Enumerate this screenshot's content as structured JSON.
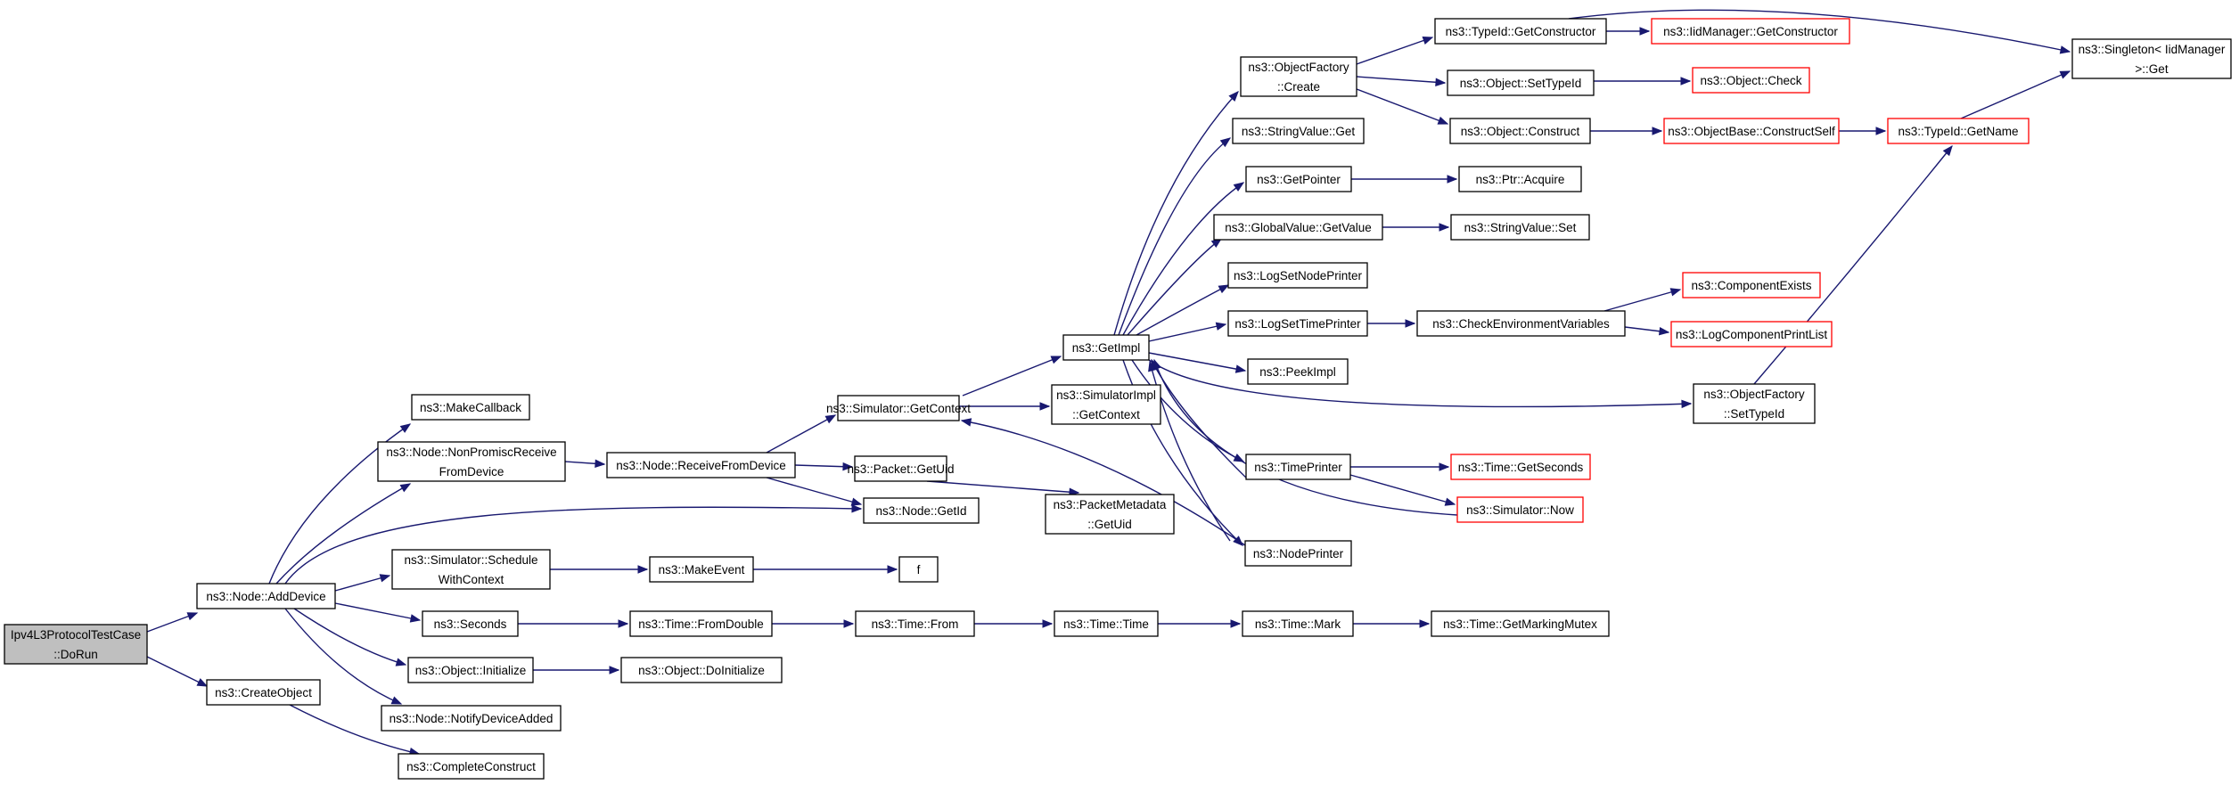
{
  "colors": {
    "edge": "#191970",
    "missing_border": "#ff0000",
    "root_fill": "#bfbfbf"
  },
  "nodes": {
    "root": {
      "lines": [
        "Ipv4L3ProtocolTestCase",
        "::DoRun"
      ]
    },
    "addDevice": {
      "lines": [
        "ns3::Node::AddDevice"
      ]
    },
    "createObject": {
      "lines": [
        "ns3::CreateObject"
      ]
    },
    "makeCallback": {
      "lines": [
        "ns3::MakeCallback"
      ]
    },
    "nonPromisc": {
      "lines": [
        "ns3::Node::NonPromiscReceive",
        "FromDevice"
      ]
    },
    "getId": {
      "lines": [
        "ns3::Node::GetId"
      ]
    },
    "scheduleCtx": {
      "lines": [
        "ns3::Simulator::Schedule",
        "WithContext"
      ]
    },
    "seconds": {
      "lines": [
        "ns3::Seconds"
      ]
    },
    "objInitialize": {
      "lines": [
        "ns3::Object::Initialize"
      ]
    },
    "notifyAdded": {
      "lines": [
        "ns3::Node::NotifyDeviceAdded"
      ]
    },
    "completeConstruct": {
      "lines": [
        "ns3::CompleteConstruct"
      ]
    },
    "receiveFromDevice": {
      "lines": [
        "ns3::Node::ReceiveFromDevice"
      ]
    },
    "makeEvent": {
      "lines": [
        "ns3::MakeEvent"
      ]
    },
    "timeFromDouble": {
      "lines": [
        "ns3::Time::FromDouble"
      ]
    },
    "doInitialize": {
      "lines": [
        "ns3::Object::DoInitialize"
      ]
    },
    "simGetContext": {
      "lines": [
        "ns3::Simulator::GetContext"
      ]
    },
    "packetGetUid": {
      "lines": [
        "ns3::Packet::GetUid"
      ]
    },
    "f": {
      "lines": [
        "f"
      ]
    },
    "timeFrom": {
      "lines": [
        "ns3::Time::From"
      ]
    },
    "getImpl": {
      "lines": [
        "ns3::GetImpl"
      ]
    },
    "simImplGetContext": {
      "lines": [
        "ns3::SimulatorImpl",
        "::GetContext"
      ]
    },
    "pmGetUid": {
      "lines": [
        "ns3::PacketMetadata",
        "::GetUid"
      ]
    },
    "timeTime": {
      "lines": [
        "ns3::Time::Time"
      ]
    },
    "ofCreate": {
      "lines": [
        "ns3::ObjectFactory",
        "::Create"
      ]
    },
    "stringValueGet": {
      "lines": [
        "ns3::StringValue::Get"
      ]
    },
    "getPointer": {
      "lines": [
        "ns3::GetPointer"
      ]
    },
    "gvGetValue": {
      "lines": [
        "ns3::GlobalValue::GetValue"
      ]
    },
    "logSetNodePrinter": {
      "lines": [
        "ns3::LogSetNodePrinter"
      ]
    },
    "logSetTimePrinter": {
      "lines": [
        "ns3::LogSetTimePrinter"
      ]
    },
    "peekImpl": {
      "lines": [
        "ns3::PeekImpl"
      ]
    },
    "timePrinter": {
      "lines": [
        "ns3::TimePrinter"
      ]
    },
    "nodePrinter": {
      "lines": [
        "ns3::NodePrinter"
      ]
    },
    "timeMark": {
      "lines": [
        "ns3::Time::Mark"
      ]
    },
    "typeIdGetCtor": {
      "lines": [
        "ns3::TypeId::GetConstructor"
      ]
    },
    "objSetTypeId": {
      "lines": [
        "ns3::Object::SetTypeId"
      ]
    },
    "objConstruct": {
      "lines": [
        "ns3::Object::Construct"
      ]
    },
    "ptrAcquire": {
      "lines": [
        "ns3::Ptr::Acquire"
      ]
    },
    "stringValueSet": {
      "lines": [
        "ns3::StringValue::Set"
      ]
    },
    "checkEnv": {
      "lines": [
        "ns3::CheckEnvironmentVariables"
      ]
    },
    "ofSetTypeId": {
      "lines": [
        "ns3::ObjectFactory",
        "::SetTypeId"
      ]
    },
    "getMarkingMutex": {
      "lines": [
        "ns3::Time::GetMarkingMutex"
      ]
    },
    "iidGetCtor": {
      "lines": [
        "ns3::IidManager::GetConstructor"
      ]
    },
    "objCheck": {
      "lines": [
        "ns3::Object::Check"
      ]
    },
    "objBaseConstructSelf": {
      "lines": [
        "ns3::ObjectBase::ConstructSelf"
      ]
    },
    "componentExists": {
      "lines": [
        "ns3::ComponentExists"
      ]
    },
    "logComponentPrintList": {
      "lines": [
        "ns3::LogComponentPrintList"
      ]
    },
    "timeGetSeconds": {
      "lines": [
        "ns3::Time::GetSeconds"
      ]
    },
    "simNow": {
      "lines": [
        "ns3::Simulator::Now"
      ]
    },
    "typeIdGetName": {
      "lines": [
        "ns3::TypeId::GetName"
      ]
    },
    "singletonGet": {
      "lines": [
        "ns3::Singleton< IidManager",
        " >::Get"
      ]
    }
  }
}
